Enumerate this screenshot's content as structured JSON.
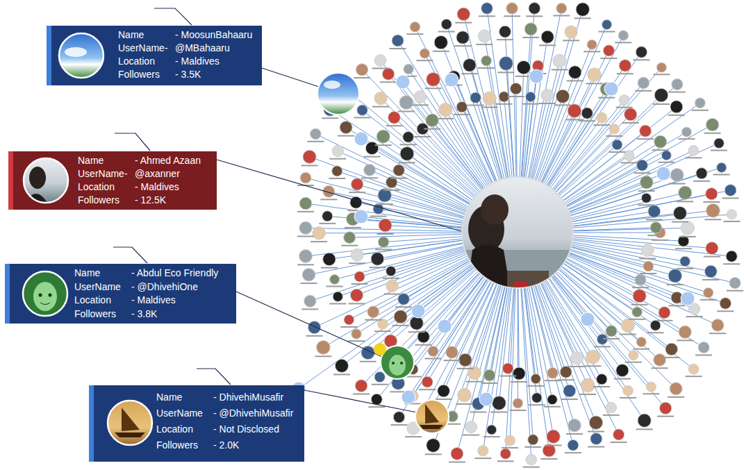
{
  "diagram": {
    "nodes": [
      {
        "text": [
          "Name",
          "- MoosunBahaaru",
          "UserName-",
          "@MBahaaru",
          "Location",
          "- Maldives",
          "Followers",
          "- 3.5K"
        ]
      },
      {
        "text": [
          "Name",
          "- Ahmed Azaan",
          "UserName-",
          "@axanner",
          "Location",
          "- Maldives",
          "Followers",
          "- 12.5K"
        ]
      },
      {
        "text": [
          "Name",
          "- Abdul Eco Friendly",
          "UserName",
          "- @DhivehiOne",
          "Location",
          "- Maldives",
          "Followers",
          "- 3.8K"
        ]
      },
      {
        "text": [
          "Name",
          "- DhivehiMusafir",
          "UserName",
          "- @DhivehiMusafir",
          "Location",
          "- Not Disclosed",
          "Followers",
          "- 2.0K"
        ]
      }
    ],
    "edges": []
  }
}
